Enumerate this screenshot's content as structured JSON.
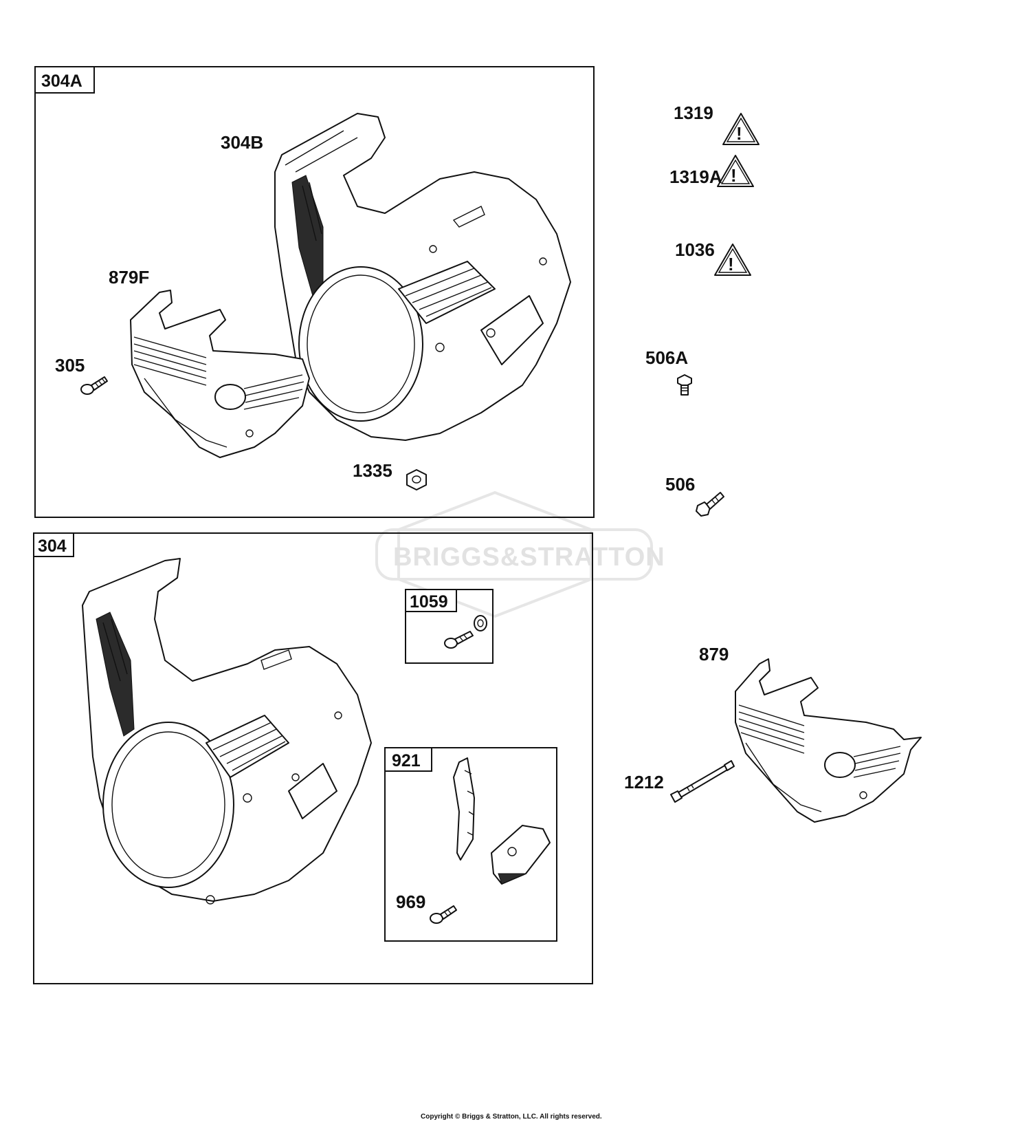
{
  "watermark": "BRIGGS&STRATTON",
  "copyright": "Copyright © Briggs & Stratton, LLC. All rights reserved.",
  "boxes": {
    "b304A": "304A",
    "b304": "304",
    "b1059": "1059",
    "b921": "921"
  },
  "callouts": {
    "c304B": "304B",
    "c879F": "879F",
    "c305": "305",
    "c1335": "1335",
    "c1319": "1319",
    "c1319A": "1319A",
    "c1036": "1036",
    "c506A": "506A",
    "c506": "506",
    "c879": "879",
    "c1212": "1212",
    "c969": "969"
  }
}
